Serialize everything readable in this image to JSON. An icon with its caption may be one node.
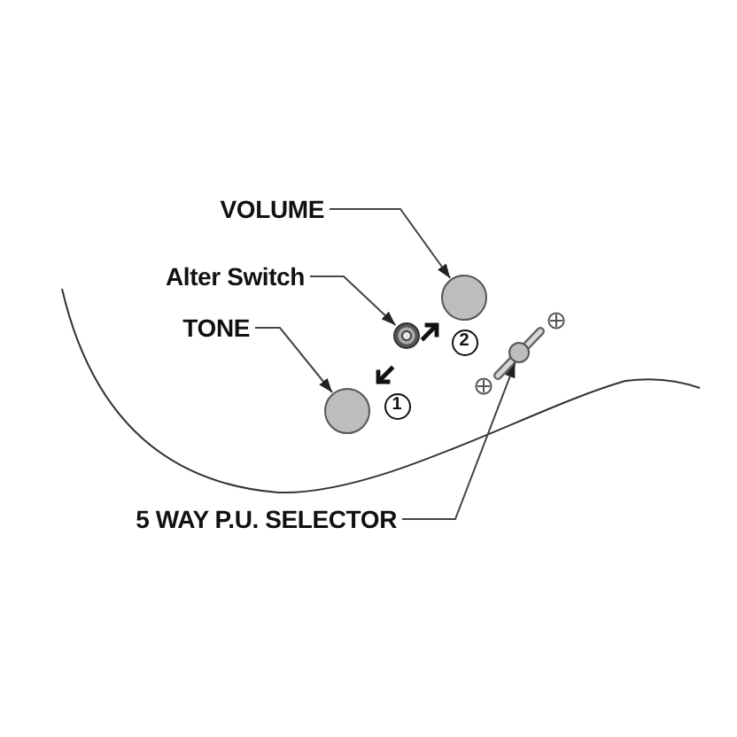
{
  "diagram": {
    "nodes": [
      {
        "text": [
          "VOLUME"
        ]
      },
      {
        "text": [],
        "shape": "circle"
      },
      {
        "text": [
          "Alter Switch"
        ]
      },
      {
        "text": [],
        "shape": "circle"
      },
      {
        "text": [
          "TONE"
        ]
      },
      {
        "text": [],
        "shape": "circle"
      },
      {
        "text": [
          "5 WAY P.U. SELECTOR"
        ]
      },
      {
        "text": [],
        "shape": "circle"
      }
    ],
    "edges": [
      {
        "from": 0,
        "to": 1,
        "arrow": "to"
      },
      {
        "from": 2,
        "to": 3,
        "arrow": "to"
      },
      {
        "from": 4,
        "to": 5,
        "arrow": "to"
      },
      {
        "from": 6,
        "to": 7,
        "arrow": "to"
      }
    ],
    "labels": [
      "2",
      "1"
    ]
  }
}
